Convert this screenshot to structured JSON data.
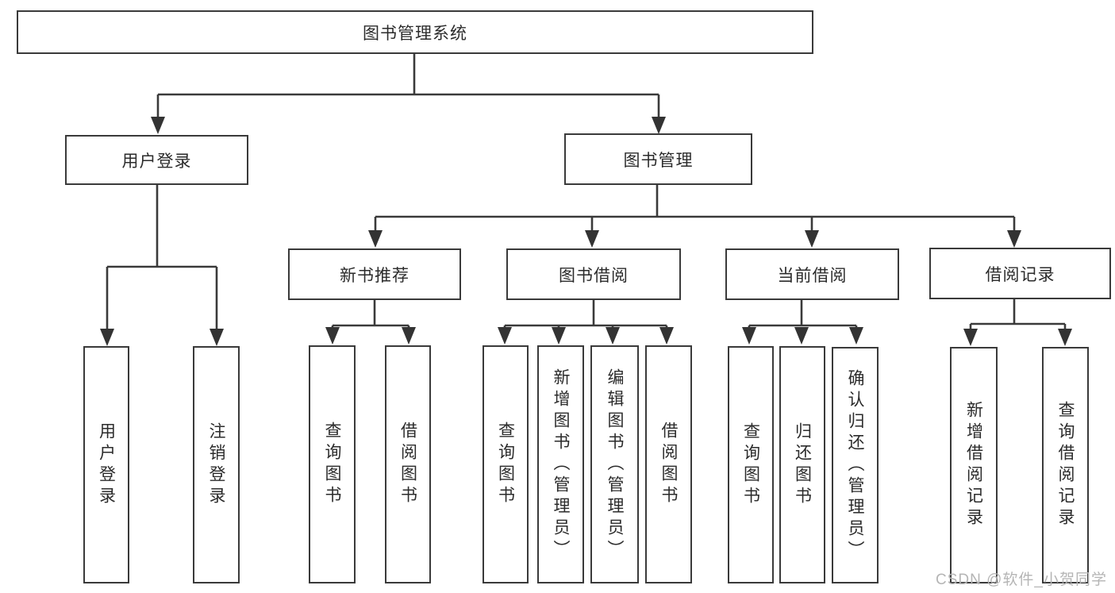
{
  "nodes": {
    "root": {
      "label": "图书管理系统"
    },
    "level2": [
      {
        "label": "用户登录"
      },
      {
        "label": "图书管理"
      }
    ],
    "level3": [
      {
        "label": "新书推荐"
      },
      {
        "label": "图书借阅"
      },
      {
        "label": "当前借阅"
      },
      {
        "label": "借阅记录"
      }
    ],
    "leaves": [
      {
        "label": "用户登录",
        "parent": "用户登录"
      },
      {
        "label": "注销登录",
        "parent": "用户登录"
      },
      {
        "label": "查询图书",
        "parent": "新书推荐"
      },
      {
        "label": "借阅图书",
        "parent": "新书推荐"
      },
      {
        "label": "查询图书",
        "parent": "图书借阅"
      },
      {
        "label": "新增图书（管理员）",
        "parent": "图书借阅"
      },
      {
        "label": "编辑图书（管理员）",
        "parent": "图书借阅"
      },
      {
        "label": "借阅图书",
        "parent": "图书借阅"
      },
      {
        "label": "查询图书",
        "parent": "当前借阅"
      },
      {
        "label": "归还图书",
        "parent": "当前借阅"
      },
      {
        "label": "确认归还（管理员）",
        "parent": "当前借阅"
      },
      {
        "label": "新增借阅记录",
        "parent": "借阅记录"
      },
      {
        "label": "查询借阅记录",
        "parent": "借阅记录"
      }
    ]
  },
  "watermark": {
    "text": "CSDN @软件_小贺同学"
  },
  "colors": {
    "line": "#3a3a3a",
    "box_border": "#3a3a3a",
    "text": "#2b2b2b",
    "watermark": "#b5b5b5",
    "background": "#ffffff"
  }
}
